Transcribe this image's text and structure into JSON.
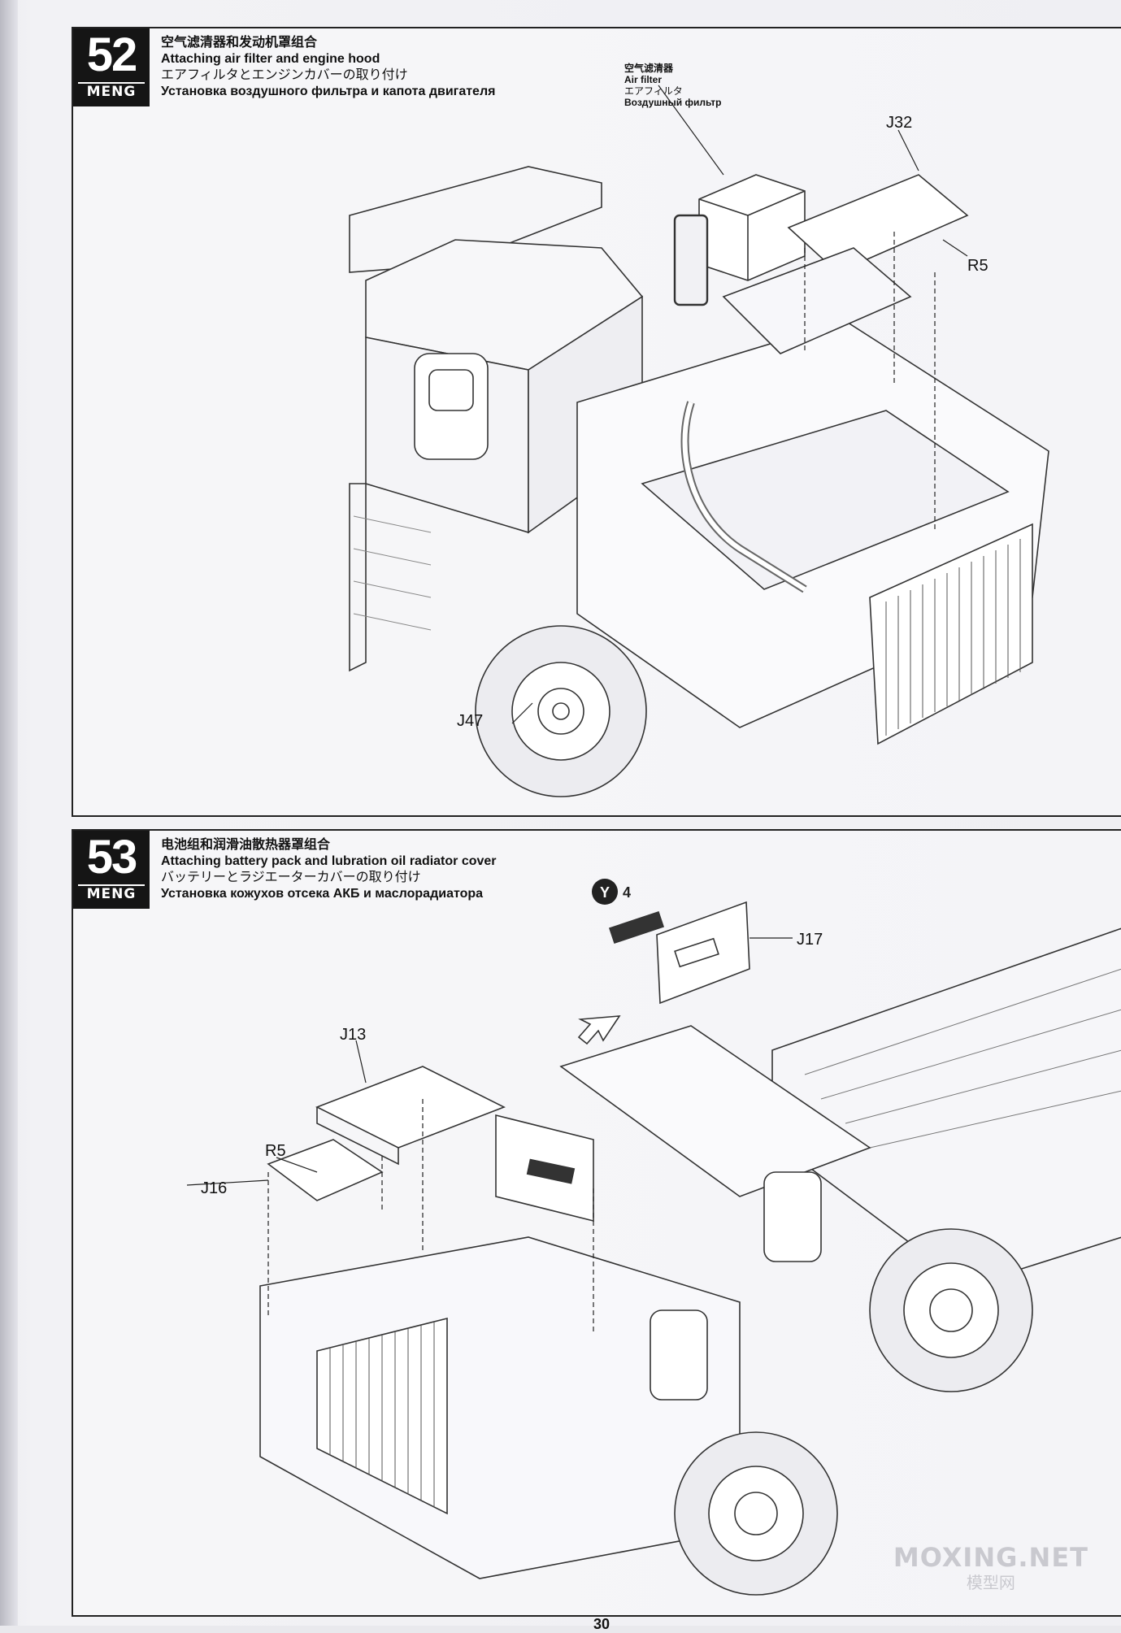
{
  "step52": {
    "number": "52",
    "brand": "MENG",
    "title_cn": "空气滤清器和发动机罩组合",
    "title_en": "Attaching air filter and engine hood",
    "title_ja": "エアフィルタとエンジンカバーの取り付け",
    "title_ru": "Установка воздушного фильтра и капота двигателя",
    "callout": {
      "cn": "空气滤清器",
      "en": "Air filter",
      "ja": "エアフィルタ",
      "ru": "Воздушный фильтр"
    },
    "parts": {
      "j32": "J32",
      "r5": "R5",
      "j47": "J47"
    }
  },
  "step53": {
    "number": "53",
    "brand": "MENG",
    "title_cn": "电池组和润滑油散热器罩组合",
    "title_en": "Attaching battery pack and lubration oil radiator cover",
    "title_ja": "バッテリーとラジエーターカバーの取り付け",
    "title_ru": "Установка кожухов отсека АКБ и маслорадиатора",
    "color_ref": {
      "code": "Y",
      "qty": "4"
    },
    "parts": {
      "j17": "J17",
      "j13": "J13",
      "r5": "R5",
      "j16": "J16"
    }
  },
  "watermark": {
    "line1": "MOXING.NET",
    "line2": "模型网"
  },
  "page_number": "30"
}
